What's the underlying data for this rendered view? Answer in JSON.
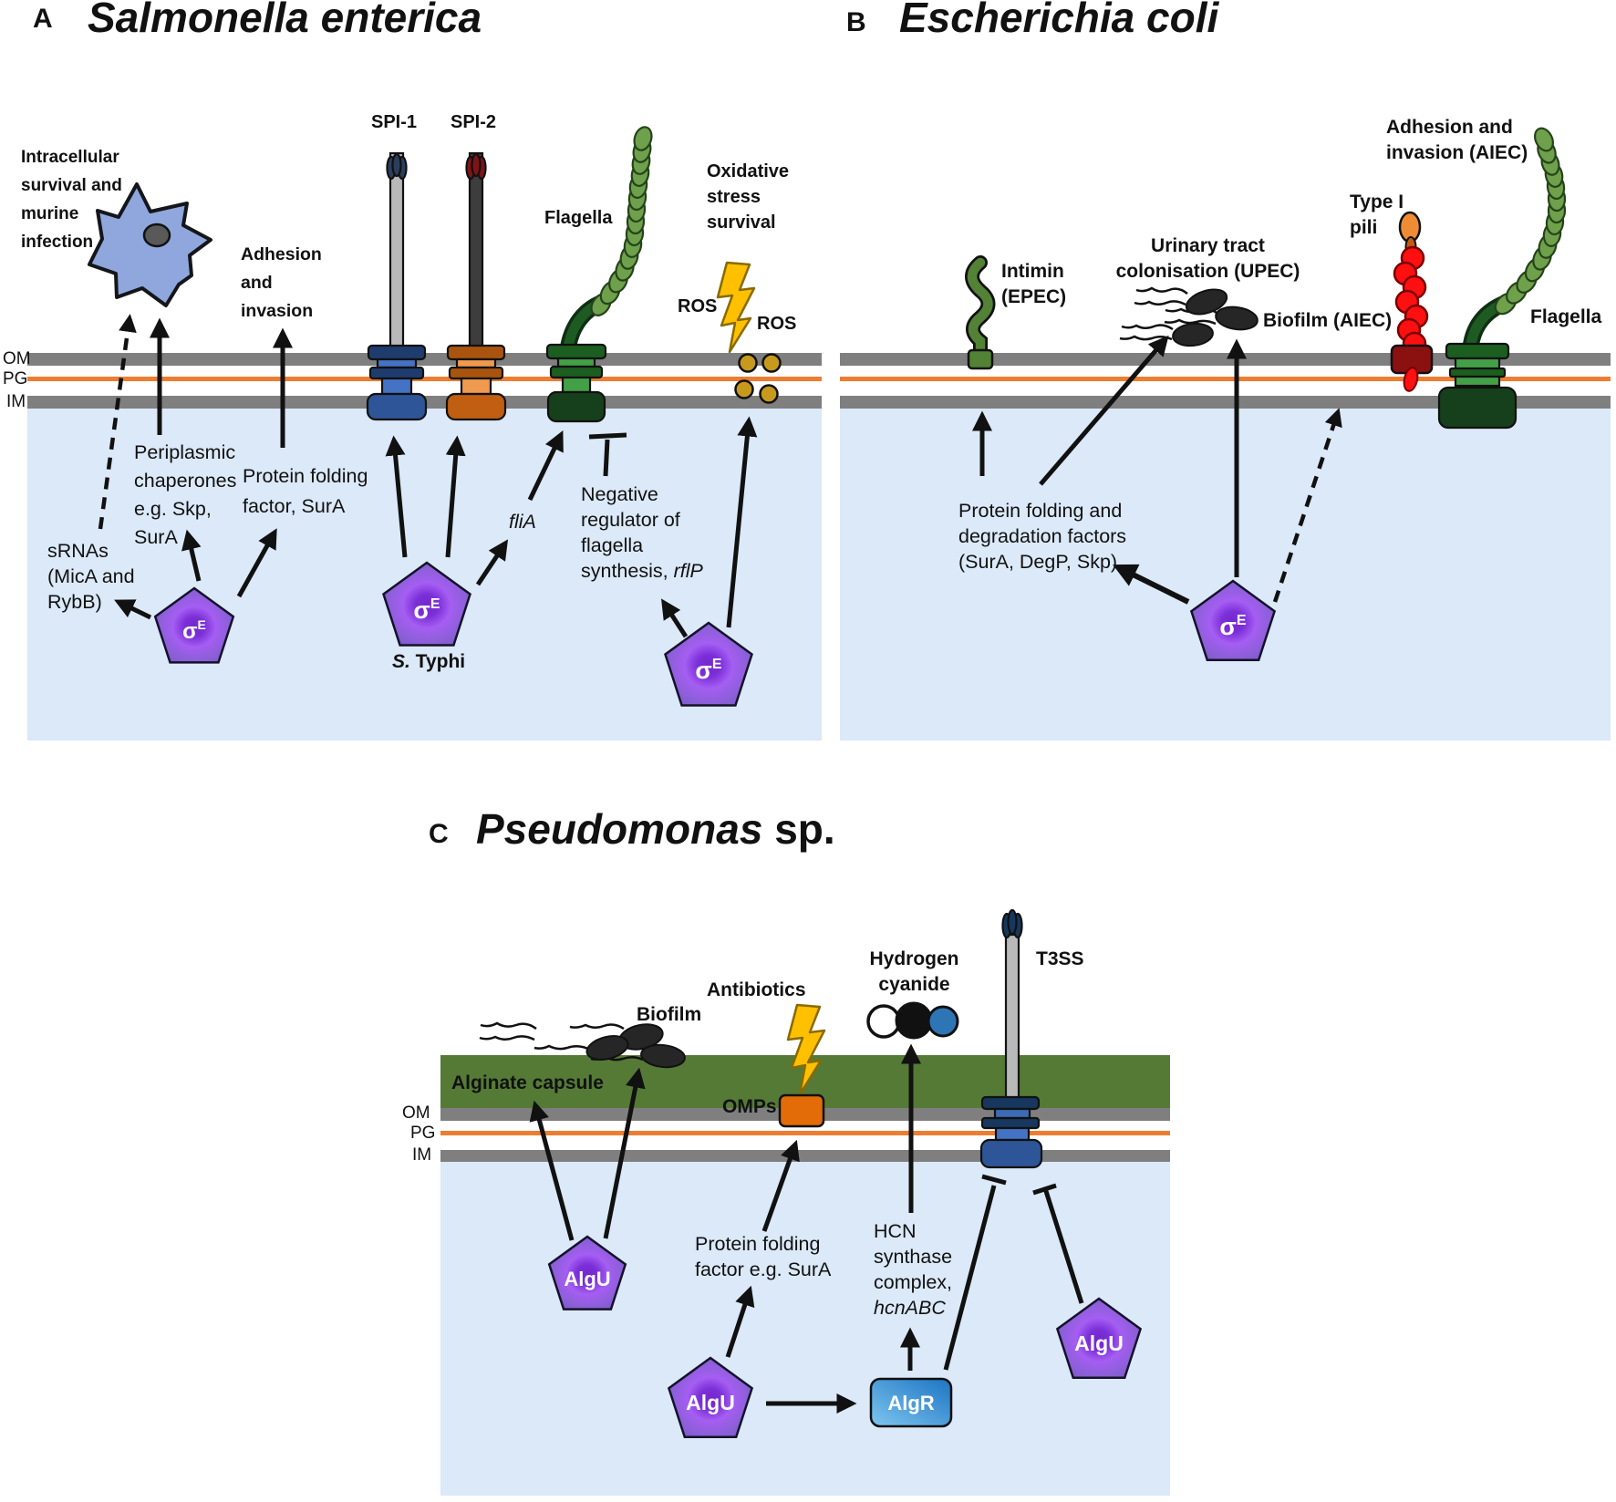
{
  "sigma": {
    "base": "σ",
    "sup": "E"
  },
  "algu_label": "AlgU",
  "algr_label": "AlgR",
  "colors": {
    "cytoplasm": "#dbe9f8",
    "membrane_gray": "#7f7f7f",
    "peptidoglycan_orange": "#ed7d31",
    "alginate_green": "#557a36",
    "sigma_pentagon_purple": "#8a3ae0",
    "algr_blue": "#1c74c2",
    "spi1_blue": "#2e5597",
    "spi2_orange": "#c05e11",
    "flagella_dark_green": "#1b5e20",
    "flagella_light_green": "#6fa04b",
    "pili_red": "#fe1010",
    "pili_tip_orange": "#ed8c35",
    "ros_gold": "#c79a1e",
    "lightning_yellow": "#ffc000",
    "host_cell_blue": "#8fa7dc",
    "intimin_green": "#538135",
    "bacteria_dark": "#262626",
    "hcn_nitrogen_blue": "#2e75b6"
  },
  "panelA": {
    "tag": "A",
    "title": "Salmonella enterica",
    "mem": {
      "om": "OM",
      "pg": "PG",
      "im": "IM"
    },
    "labels": {
      "intracellular": "Intracellular\nsurvival and\nmurine\ninfection",
      "adhesion": "Adhesion\nand\ninvasion",
      "spi1": "SPI-1",
      "spi2": "SPI-2",
      "flagella": "Flagella",
      "oxidative": "Oxidative\nstress\nsurvival",
      "ros_left": "ROS",
      "ros_right": "ROS",
      "periplasmic": "Periplasmic\nchaperones\ne.g. Skp,\nSurA",
      "protein_folding": "Protein folding\nfactor, SurA",
      "srnas": "sRNAs\n(MicA and\nRybB)",
      "flia": "fliA",
      "negreg": "Negative\nregulator of\nflagella",
      "negreg_tail": "synthesis, ",
      "negreg_gene": "rflP",
      "styphi_prefix": "S.",
      "styphi_name": " Typhi"
    }
  },
  "panelB": {
    "tag": "B",
    "title": "Escherichia coli",
    "labels": {
      "intimin": "Intimin\n(EPEC)",
      "urinary": "Urinary tract\ncolonisation (UPEC)",
      "type1_pili": "Type I\npili",
      "adhesion_aiec": "Adhesion and\ninvasion (AIEC)",
      "biofilm_aiec": "Biofilm (AIEC)",
      "flagella": "Flagella",
      "protein_folding": "Protein folding and\ndegradation factors\n(SurA, DegP, Skp)"
    }
  },
  "panelC": {
    "tag": "C",
    "title_genus": "Pseudomonas",
    "title_sp": " sp.",
    "mem": {
      "om": "OM",
      "pg": "PG",
      "im": "IM"
    },
    "labels": {
      "biofilm": "Biofilm",
      "antibiotics": "Antibiotics",
      "hydrogen_cyanide": "Hydrogen\ncyanide",
      "t3ss": "T3SS",
      "alginate": "Alginate capsule",
      "omps": "OMPs",
      "protein_folding": "Protein folding\nfactor e.g. SurA",
      "hcn_head": "HCN\nsynthase\ncomplex,",
      "hcn_gene": "hcnABC"
    }
  }
}
